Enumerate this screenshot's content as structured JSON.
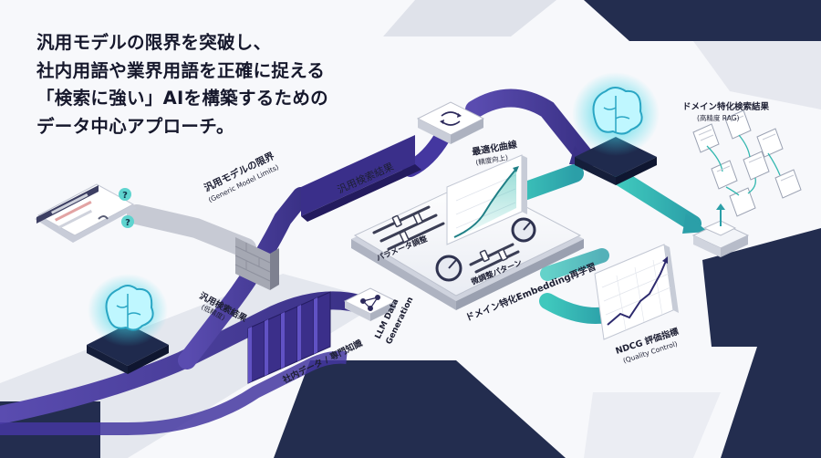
{
  "headline": {
    "line1": "汎用モデルの限界を突破し、",
    "line2": "社内用語や業界用語を正確に捉える",
    "line3": "「検索に強い」AIを構築するための",
    "line4": "データ中心アプローチ。"
  },
  "labels": {
    "generic_limits_title": "汎用モデルの限界",
    "generic_limits_sub": "(Generic Model Limits)",
    "generic_results_title": "汎用検索結果",
    "generic_results_sub": "(低精度)",
    "generic_results_banner": "汎用検索結果",
    "company_data": "社内データ / 専門知識",
    "llm_data_line1": "LLM Data",
    "llm_data_line2": "Generation",
    "optimization_title": "最適化曲線",
    "optimization_sub": "(精度向上)",
    "param_tuning": "パラメータ調整",
    "contrastive_pattern": "微調整パターン",
    "domain_retraining": "ドメイン特化Embedding再学習",
    "domain_results_title": "ドメイン特化検索結果",
    "domain_results_sub": "(高精度 RAG)",
    "ndcg_title": "NDCG 評価指標",
    "ndcg_sub": "(Quality Control)"
  },
  "colors": {
    "purple": "#4b3f9a",
    "purple_dark": "#2f2770",
    "teal": "#34b8b0",
    "navy": "#1f2a4d",
    "glow": "#5fe3f0"
  }
}
